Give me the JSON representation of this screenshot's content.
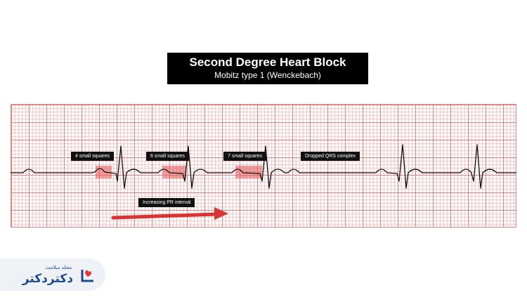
{
  "header": {
    "title": "Second Degree Heart Block",
    "subtitle": "Mobitz type 1 (Wenckebach)"
  },
  "annotations": {
    "pr_1": "4 small squares",
    "pr_2": "6 small squares",
    "pr_3": "7 small squares",
    "dropped": "Dropped QRS complex",
    "increasing": "Increasing PR interval"
  },
  "pr_intervals_small_squares": [
    4,
    6,
    7
  ],
  "colors": {
    "grid": "#dc6e6e",
    "highlight": "#e26060",
    "arrow": "#d83434",
    "trace": "#111111",
    "logo": "#1f4d8c"
  },
  "logo": {
    "text": "دکتردکتر",
    "subtext": "مجله سلامت"
  }
}
